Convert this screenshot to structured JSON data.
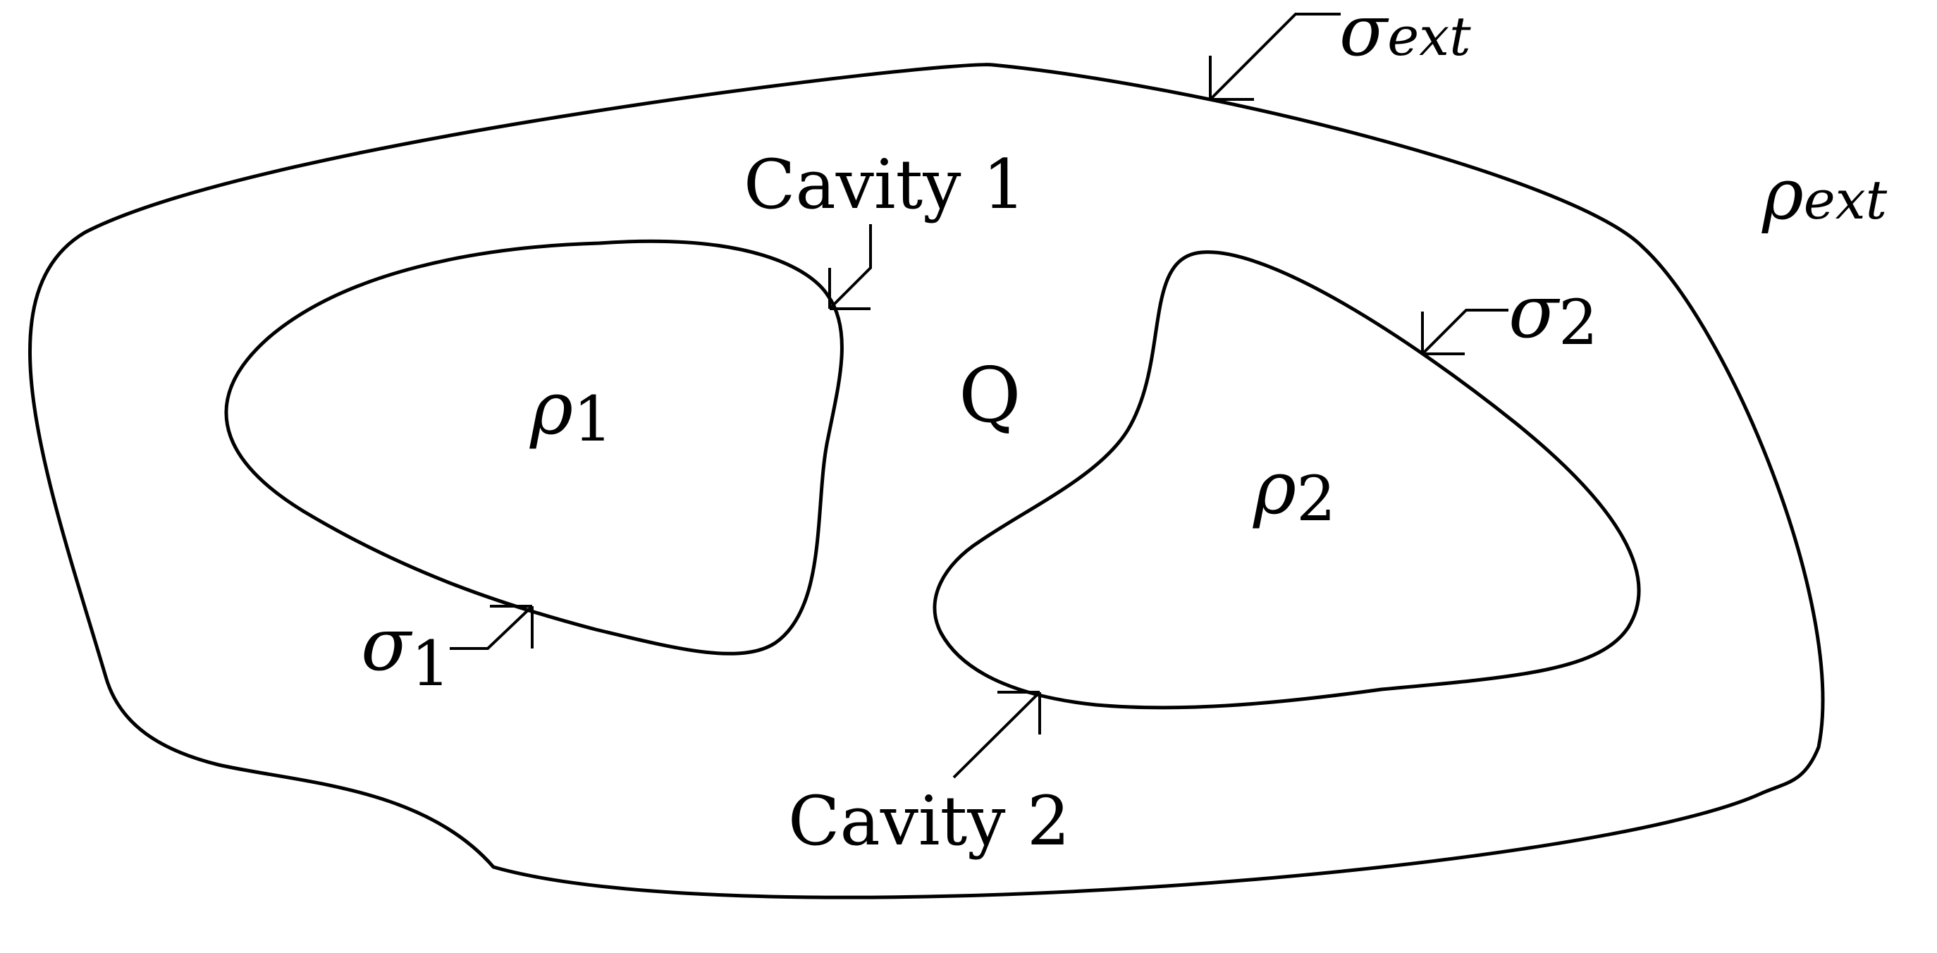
{
  "regions": {
    "outer": {
      "density": {
        "symbol": "ρ",
        "sub": "ext"
      },
      "surface": {
        "symbol": "σ",
        "sub": "ext"
      }
    },
    "medium": {
      "label": "Q"
    },
    "cavity1": {
      "name": "Cavity 1",
      "density": {
        "symbol": "ρ",
        "sub": "1"
      },
      "surface": {
        "symbol": "σ",
        "sub": "1"
      }
    },
    "cavity2": {
      "name": "Cavity 2",
      "density": {
        "symbol": "ρ",
        "sub": "2"
      },
      "surface": {
        "symbol": "σ",
        "sub": "2"
      }
    }
  },
  "colors": {
    "stroke": "#000000",
    "background": "#ffffff"
  }
}
